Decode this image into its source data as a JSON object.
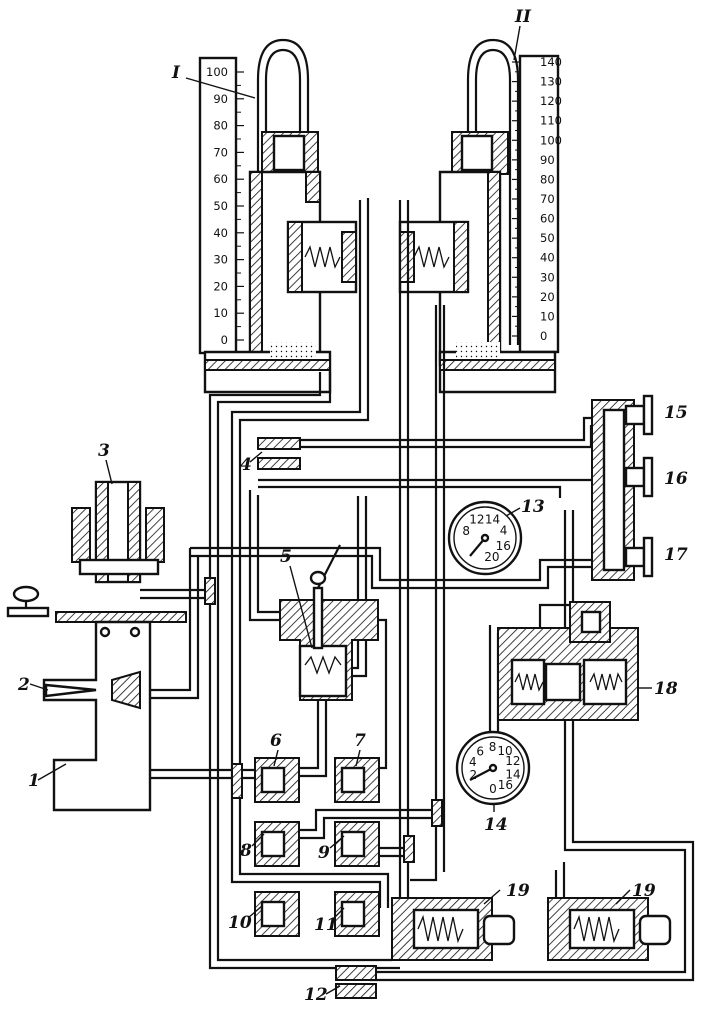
{
  "diagram": {
    "manometers": [
      {
        "label": "I",
        "scale": [
          "100",
          "90",
          "80",
          "70",
          "60",
          "50",
          "40",
          "30",
          "20",
          "10",
          "0"
        ]
      },
      {
        "label": "II",
        "scale": [
          "140",
          "130",
          "120",
          "110",
          "100",
          "90",
          "80",
          "70",
          "60",
          "50",
          "40",
          "30",
          "20",
          "10",
          "0"
        ]
      }
    ],
    "gauges": [
      {
        "label": "13",
        "dial": [
          "8",
          "12",
          "14",
          "4",
          "16",
          "20"
        ]
      },
      {
        "label": "14",
        "dial": [
          "2",
          "4",
          "6",
          "8",
          "10",
          "12",
          "14",
          "16",
          "0"
        ]
      }
    ],
    "part_labels": [
      "1",
      "2",
      "3",
      "4",
      "5",
      "6",
      "7",
      "8",
      "9",
      "10",
      "11",
      "12",
      "15",
      "16",
      "17",
      "18",
      "19",
      "19"
    ]
  }
}
